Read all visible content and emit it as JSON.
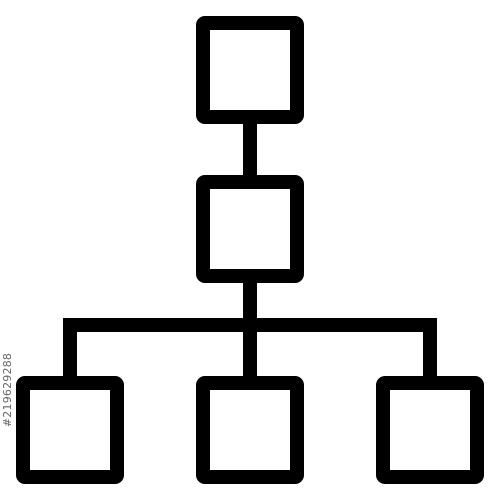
{
  "diagram": {
    "kind": "hierarchy-icon",
    "stroke_color": "#000000",
    "fill_color": "#ffffff",
    "nodes": [
      {
        "id": "root",
        "level": 1
      },
      {
        "id": "middle",
        "level": 2
      },
      {
        "id": "left-child",
        "level": 3
      },
      {
        "id": "center-child",
        "level": 3
      },
      {
        "id": "right-child",
        "level": 3
      }
    ],
    "edges": [
      {
        "from": "root",
        "to": "middle"
      },
      {
        "from": "middle",
        "to": "left-child"
      },
      {
        "from": "middle",
        "to": "center-child"
      },
      {
        "from": "middle",
        "to": "right-child"
      }
    ]
  },
  "watermark": {
    "id_text": "#219629288"
  }
}
